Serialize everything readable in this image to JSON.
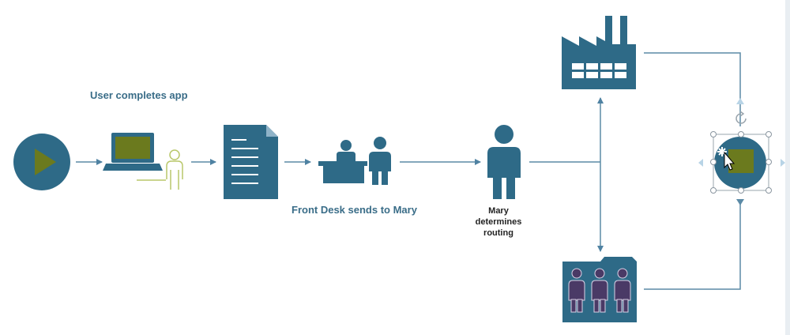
{
  "labels": {
    "user_completes": "User completes app",
    "front_desk": "Front Desk sends to Mary",
    "mary_routing": "Mary determines routing"
  },
  "colors": {
    "shape_fill": "#2e6a87",
    "label_text": "#3a6d88",
    "connector": "#5b8aa6",
    "accent_olive": "#6b7a1e",
    "person_outline": "#b9c76a",
    "group_people": "#4a3a66",
    "selection_handle": "#ffffff",
    "selection_arrows": "#b8d4e6"
  },
  "icons": [
    "play-start-icon",
    "laptop-icon",
    "user-outline-icon",
    "document-icon",
    "front-desk-icon",
    "person-icon",
    "factory-icon",
    "people-group-icon",
    "end-node-icon",
    "rotate-handle-icon",
    "move-cursor-icon"
  ]
}
